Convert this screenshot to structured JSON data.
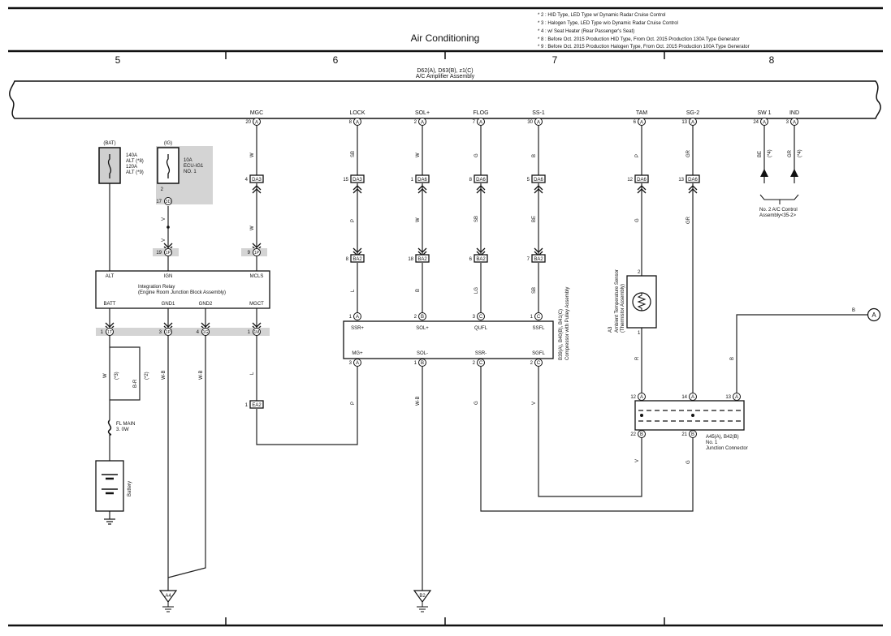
{
  "header": {
    "title": "Air Conditioning",
    "notes": [
      "* 2 : HID Type,  LED Type w/ Dynamic Radar Cruise Control",
      "* 3 : Halogen Type,  LED Type w/o Dynamic Radar Cruise Control",
      "* 4 : w/ Seat Heater (Rear Passenger's Seat)",
      "* 8 : Before Oct.  2015 Production HID Type,  From Oct.  2015 Production 130A Type Generator",
      "* 9 : Before Oct.  2015 Production Halogen Type,  From Oct.  2015 Production 100A Type Generator"
    ],
    "columns": [
      "5",
      "6",
      "7",
      "8"
    ]
  },
  "amplifier": {
    "codes": "D62(A), D63(B), z1(C)",
    "name": "A/C Amplifier Assembly",
    "terminals": [
      {
        "label": "MGC",
        "pin": "20"
      },
      {
        "label": "LOCK",
        "pin": "8"
      },
      {
        "label": "SOL+",
        "pin": "2"
      },
      {
        "label": "FLOG",
        "pin": "7"
      },
      {
        "label": "SS-1",
        "pin": "30"
      },
      {
        "label": "TAM",
        "pin": "6"
      },
      {
        "label": "SG-2",
        "pin": "13"
      },
      {
        "label": "SW 1",
        "pin": "24"
      },
      {
        "label": "IND",
        "pin": "3"
      }
    ]
  },
  "fuses": {
    "bat": {
      "header": "(BAT)",
      "text": [
        "140A",
        "ALT (*8)",
        "120A",
        "ALT (*9)"
      ]
    },
    "ig": {
      "header": "(IG)",
      "text": [
        "10A",
        "ECU-IG1",
        "NO. 1"
      ]
    },
    "flmain": {
      "text": [
        "FL MAIN",
        "3. 0W"
      ]
    }
  },
  "battery": {
    "label": "Battery"
  },
  "relay": {
    "title": "Integration Relay",
    "subtitle": "(Engine Room Junction Block Assembly)",
    "top_terms": [
      "ALT",
      "IGN",
      "MCLS"
    ],
    "bottom_terms": [
      "BATT",
      "GND1",
      "GND2",
      "MGCT"
    ]
  },
  "compressor": {
    "codes": "B39(A), B40(B), B41(C)",
    "name": "Compressor with Pulley Assembly",
    "top_terms": [
      "SSR+",
      "SOL+",
      "QUFL",
      "SSFL"
    ],
    "bottom_terms": [
      "MG+",
      "SOL-",
      "SSR-",
      "SGFL"
    ],
    "top_pins": [
      "1",
      "2",
      "3",
      "1"
    ],
    "bottom_pins": [
      "3",
      "1",
      "2",
      "2"
    ]
  },
  "sensor": {
    "code": "A3",
    "name": "Ambient Temperature Sensor",
    "sub": "(Thermistor Assembly)",
    "pin_top": "2",
    "pin_bottom": "1"
  },
  "junction": {
    "codes": "A45(A), B42(B)",
    "name": "No. 1",
    "sub": "Junction Connector",
    "pins": [
      "12",
      "14",
      "13",
      "22",
      "21"
    ]
  },
  "control": {
    "lines": [
      "No. 2 A/C Control",
      "Assembly<35-2>"
    ]
  },
  "connectors": {
    "DA3": "DA3",
    "DA6": "DA6",
    "BA2": "BA2",
    "EA2": "EA2",
    "third_row": [
      "1T",
      "1P",
      "1G",
      "1M"
    ],
    "ig_lead": "3D",
    "ig_pin": "1P",
    "mcls": "1P"
  },
  "wires": {
    "mgc": [
      "W",
      "W",
      "L",
      "P"
    ],
    "lock": [
      "SB",
      "P",
      "L"
    ],
    "sol": [
      "W",
      "W",
      "B",
      "W-B"
    ],
    "flog": [
      "G",
      "SB",
      "LG",
      "G"
    ],
    "ss": [
      "B",
      "BE",
      "SB",
      "V"
    ],
    "tam": [
      "P",
      "G",
      "R"
    ],
    "sg2": [
      "GR",
      "GR",
      "G"
    ],
    "ground": [
      "W-B",
      "W-B"
    ],
    "batt": [
      "W",
      "(*3)",
      "B-R",
      "(*2)"
    ],
    "ign": [
      "V",
      "V"
    ],
    "sw1": [
      "BE",
      "(*4)"
    ],
    "ind": [
      "GR",
      "(*4)"
    ],
    "to_a": "B"
  },
  "grounds": [
    "A4",
    "B2"
  ],
  "offpage": "A",
  "pins": {
    "row_da3": [
      "4",
      "15",
      "1",
      "8",
      "5",
      "12",
      "13"
    ],
    "row_ba2": [
      "8",
      "18",
      "6",
      "7"
    ],
    "relay_top": [
      "19",
      "9"
    ],
    "relay_bottom": [
      "1",
      "3",
      "4",
      "1"
    ],
    "ig_fuse": [
      "2",
      "17"
    ],
    "ea2": "1"
  }
}
